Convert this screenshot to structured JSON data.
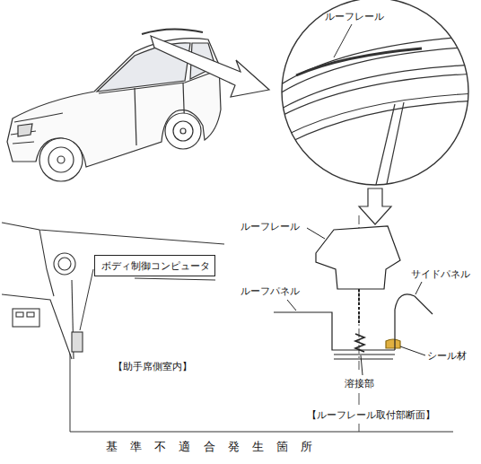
{
  "diagram": {
    "nodes": [
      {
        "text": [
          "ボディ制御コンピュータ"
        ]
      }
    ],
    "labels": [
      "ルーフレール",
      "ルーフレール",
      "ルーフパネル",
      "サイドパネル",
      "シール材",
      "溶接部",
      "【助手席側室内】",
      "【ルーフレール取付部断面】",
      "基 準 不 適 合 発 生 箇 所"
    ]
  }
}
